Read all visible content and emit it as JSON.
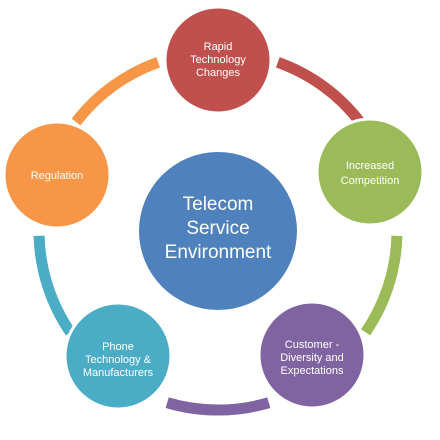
{
  "diagram": {
    "center": {
      "label_lines": [
        "Telecom",
        "Service",
        "Environment"
      ],
      "color": "#4f81bd"
    },
    "nodes": [
      {
        "id": "rapid-technology-changes",
        "label_lines": [
          "Rapid",
          "Technology",
          "Changes"
        ],
        "color": "#c0504d"
      },
      {
        "id": "increased-competition",
        "label_lines": [
          "Increased",
          "Competition"
        ],
        "color": "#9bbb59"
      },
      {
        "id": "customer-diversity",
        "label_lines": [
          "Customer -",
          "Diversity and",
          "Expectations"
        ],
        "color": "#8064a2"
      },
      {
        "id": "phone-technology",
        "label_lines": [
          "Phone",
          "Technology &",
          "Manufacturers"
        ],
        "color": "#4bacc6"
      },
      {
        "id": "regulation",
        "label_lines": [
          "Regulation"
        ],
        "color": "#f79646"
      }
    ]
  }
}
